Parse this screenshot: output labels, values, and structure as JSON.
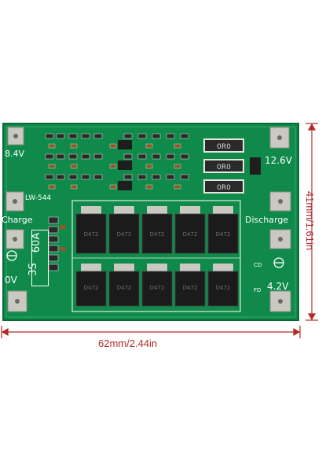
{
  "board": {
    "labels": {
      "top_left_voltage": "8.4V",
      "top_right_voltage": "12.6V",
      "model": "LW-544",
      "charge": "Charge",
      "discharge": "Discharge",
      "bottom_left_voltage": "0V",
      "bottom_right_voltage": "4.2V",
      "rating_cells": "3S",
      "rating_current": "60A",
      "cd_mark": "CD",
      "fd_mark": "FD"
    },
    "resistor_marking": "0R0",
    "mosfet_marking": "D472",
    "colors": {
      "pcb": "#0f8a4a",
      "pcb_dark": "#0b6e3a",
      "pad": "#c7c7c0",
      "mosfet": "#1b1b1b",
      "silkscreen": "#ffffff"
    }
  },
  "dimensions": {
    "width_label": "62mm/2.44in",
    "height_label": "41mm/1.61in",
    "line_color": "#b22a2a"
  }
}
